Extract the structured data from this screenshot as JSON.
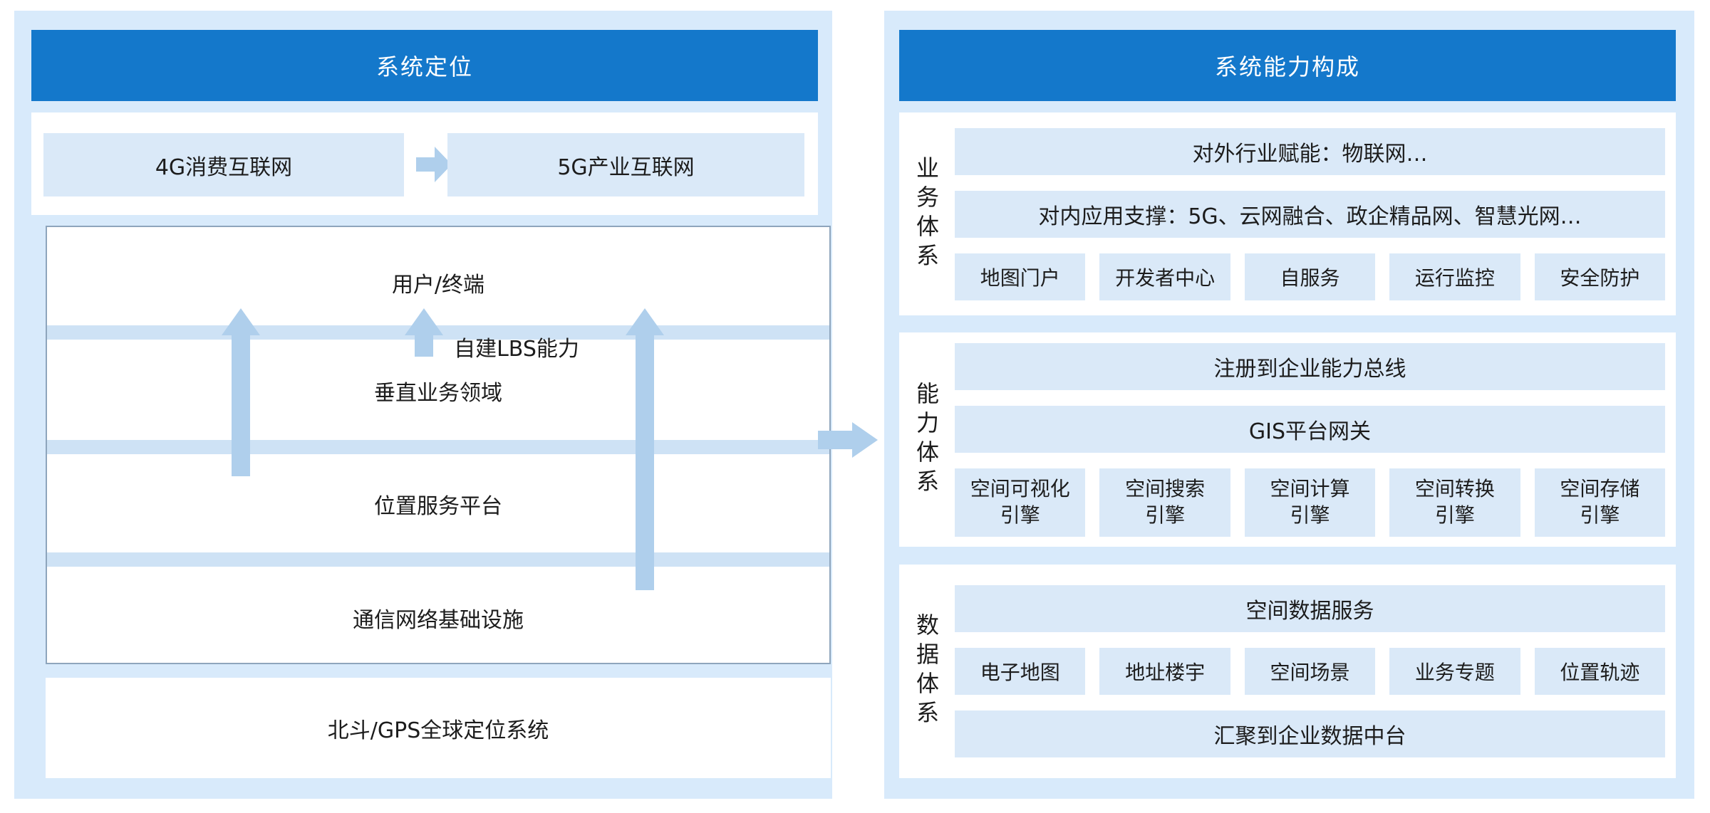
{
  "colors": {
    "header_blue": "#1478cb",
    "panel_bg": "#d8eafb",
    "box_fill": "#dae9f8",
    "band_fill": "#cee2f5",
    "arrow_fill": "#afcfec",
    "stack_border": "#8ea5bc",
    "text": "#1c1c1c",
    "header_text": "#ffffff"
  },
  "left": {
    "title": "系统定位",
    "from_box": "4G消费互联网",
    "to_box": "5G产业互联网",
    "layers": {
      "user": "用户/终端",
      "lbs": "自建LBS能力",
      "vertical": "垂直业务领域",
      "platform": "位置服务平台",
      "network": "通信网络基础设施"
    },
    "foundation": "北斗/GPS全球定位系统"
  },
  "right": {
    "title": "系统能力构成",
    "business": {
      "label": "业务体系",
      "row1": "对外行业赋能：物联网…",
      "row2": "对内应用支撑：5G、云网融合、政企精品网、智慧光网…",
      "items": [
        "地图门户",
        "开发者中心",
        "自服务",
        "运行监控",
        "安全防护"
      ]
    },
    "capability": {
      "label": "能力体系",
      "row1": "注册到企业能力总线",
      "row2": "GIS平台网关",
      "items": [
        "空间可视化\n引擎",
        "空间搜索\n引擎",
        "空间计算\n引擎",
        "空间转换\n引擎",
        "空间存储\n引擎"
      ]
    },
    "data": {
      "label": "数据体系",
      "row1": "空间数据服务",
      "items": [
        "电子地图",
        "地址楼宇",
        "空间场景",
        "业务专题",
        "位置轨迹"
      ],
      "row3": "汇聚到企业数据中台"
    }
  }
}
